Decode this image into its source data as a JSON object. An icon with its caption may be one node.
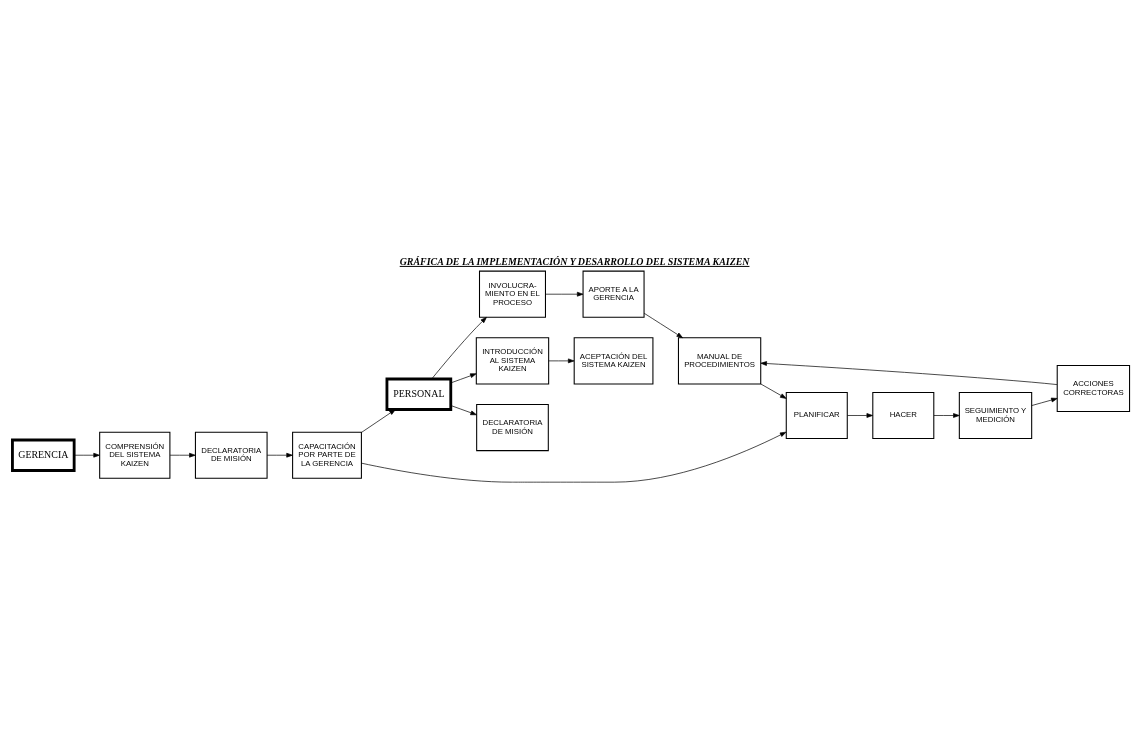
{
  "diagram": {
    "title": "GRÁFICA DE LA IMPLEMENTACIÓN Y DESARROLLO DEL SISTEMA KAIZEN",
    "nodes": [
      {
        "text": [
          "GERENCIA"
        ]
      },
      {
        "text": [
          "COMPRENSIÓN DEL SISTEMA KAIZEN"
        ]
      },
      {
        "text": [
          "DECLARATORIA DE MISIÓN"
        ]
      },
      {
        "text": [
          "CAPACITACIÓN POR PARTE DE LA GERENCIA"
        ]
      },
      {
        "text": [
          "PERSONAL"
        ]
      },
      {
        "text": [
          "INTRODUCCIÓN AL SISTEMA KAIZEN"
        ]
      },
      {
        "text": [
          "ACEPTACIÓN DEL SISTEMA KAIZEN"
        ]
      },
      {
        "text": [
          "DECLARATORIA DE MISIÓN"
        ]
      },
      {
        "text": [
          "INVOLUCRA- MIENTO EN EL PROCESO"
        ]
      },
      {
        "text": [
          "APORTE A LA GERENCIA"
        ]
      },
      {
        "text": [
          "PLANIFICAR"
        ]
      },
      {
        "text": [
          "HACER"
        ]
      },
      {
        "text": [
          "MANUAL DE PROCEDIMIENTOS"
        ]
      },
      {
        "text": [
          "ACCIONES CORRECTORAS"
        ]
      },
      {
        "text": [
          "SEGUIMIENTO Y MEDICIÓN"
        ]
      }
    ],
    "edges": [
      {
        "from": 0,
        "to": 1,
        "arrow": "to"
      },
      {
        "from": 1,
        "to": 2,
        "arrow": "to"
      },
      {
        "from": 2,
        "to": 3,
        "arrow": "to"
      },
      {
        "from": 3,
        "to": 10,
        "arrow": "to"
      },
      {
        "from": 3,
        "to": 4,
        "arrow": "to"
      },
      {
        "from": 4,
        "to": 5,
        "arrow": "to"
      },
      {
        "from": 4,
        "to": 7,
        "arrow": "to"
      },
      {
        "from": 4,
        "to": 8,
        "arrow": "to"
      },
      {
        "from": 5,
        "to": 6,
        "arrow": "to"
      },
      {
        "from": 8,
        "to": 9,
        "arrow": "to"
      },
      {
        "from": 9,
        "to": 12,
        "arrow": "to"
      },
      {
        "from": 12,
        "to": 10,
        "arrow": "to"
      },
      {
        "from": 10,
        "to": 11,
        "arrow": "to"
      },
      {
        "from": 11,
        "to": 14,
        "arrow": "to"
      },
      {
        "from": 14,
        "to": 13,
        "arrow": "to"
      },
      {
        "from": 13,
        "to": 12,
        "arrow": "to"
      }
    ]
  }
}
